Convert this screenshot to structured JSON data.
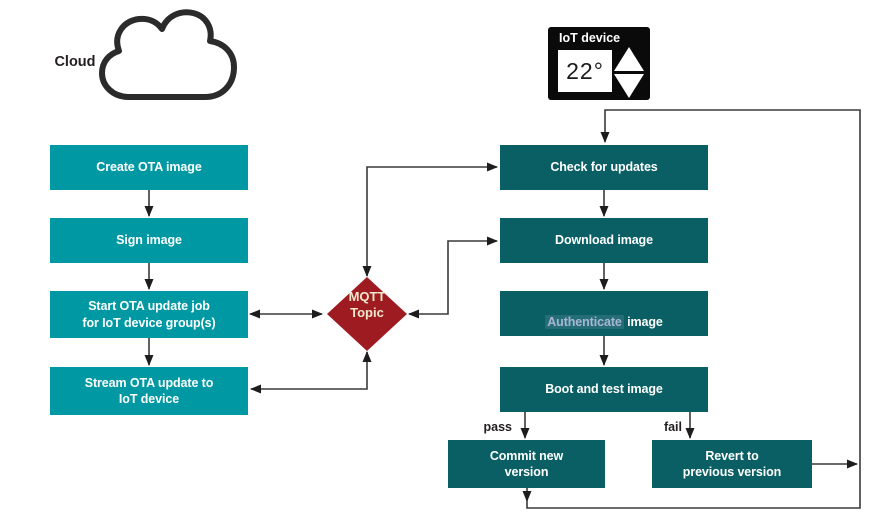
{
  "cloud": {
    "label": "Cloud"
  },
  "iot_device": {
    "label": "IoT device",
    "temperature": "22°"
  },
  "cloud_pipeline": {
    "steps": [
      {
        "label": "Create OTA image"
      },
      {
        "label": "Sign image"
      },
      {
        "label": "Start OTA update job\nfor IoT device group(s)"
      },
      {
        "label": "Stream OTA update to\nIoT device"
      }
    ]
  },
  "mqtt_topic": {
    "label": "MQTT\nTopic"
  },
  "device_pipeline": {
    "steps": [
      {
        "label": "Check for updates"
      },
      {
        "label": "Download image"
      },
      {
        "label": "Authenticate image",
        "highlighted_word": "Authenticate",
        "label_rest": " image"
      },
      {
        "label": "Boot and test image"
      }
    ]
  },
  "outcome": {
    "pass_label": "pass",
    "fail_label": "fail",
    "commit": {
      "label": "Commit new\nversion"
    },
    "revert": {
      "label": "Revert to\nprevious version"
    }
  },
  "icons": {
    "cloud": "cloud-outline-icon",
    "mqtt": "diamond-shape",
    "device_up": "up-triangle-icon",
    "device_down": "down-triangle-icon"
  },
  "colors": {
    "cloud_side_box": "#0099a3",
    "device_side_box": "#095f63",
    "mqtt_diamond": "#9e1c21",
    "mqtt_text": "#f2e8cc",
    "connector": "#3a3a3a",
    "authenticate_text": "#a9b6d3"
  }
}
